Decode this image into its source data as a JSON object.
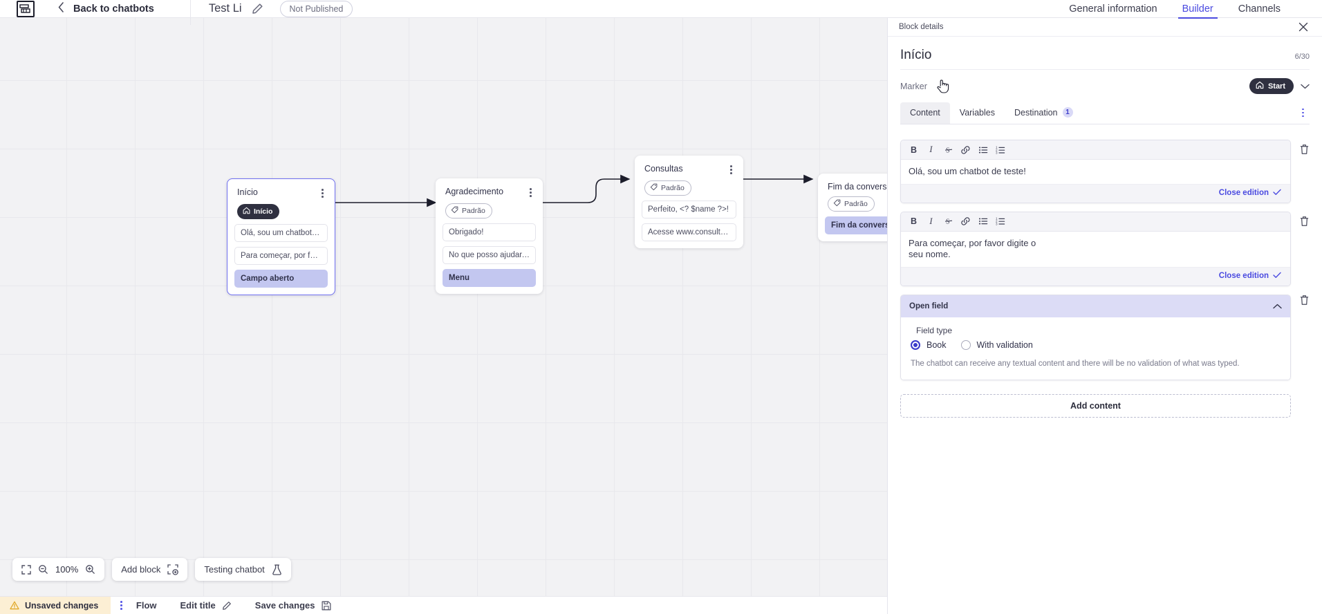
{
  "topbar": {
    "logo_icon": "app-logo-icon",
    "back_chevron_icon": "chevron-left-icon",
    "back_label": "Back to chatbots",
    "bot_title": "Test Li",
    "edit_title_icon": "pencil-icon",
    "publish_status": "Not Published",
    "tabs": [
      {
        "label": "General information",
        "active": false
      },
      {
        "label": "Builder",
        "active": true
      },
      {
        "label": "Channels",
        "active": false
      }
    ]
  },
  "canvas": {
    "nodes": [
      {
        "title": "Início",
        "marker": {
          "label": "Início",
          "icon": "home-icon",
          "style": "dark"
        },
        "items": [
          {
            "text": "Olá, sou um chatbot de teste!",
            "highlight": false
          },
          {
            "text": "Para começar, por favor digite o ...",
            "highlight": false
          },
          {
            "text": "Campo aberto",
            "highlight": true
          }
        ]
      },
      {
        "title": "Agradecimento",
        "marker": {
          "label": "Padrão",
          "icon": "tag-icon",
          "style": "outline"
        },
        "items": [
          {
            "text": "Obrigado!",
            "highlight": false
          },
          {
            "text": "No que posso ajudar, <? $name ...",
            "highlight": false
          },
          {
            "text": "Menu",
            "highlight": true
          }
        ]
      },
      {
        "title": "Consultas",
        "marker": {
          "label": "Padrão",
          "icon": "tag-icon",
          "style": "outline"
        },
        "items": [
          {
            "text": "Perfeito, <? $name ?>!",
            "highlight": false
          },
          {
            "text": "Acesse www.consultas.com par...",
            "highlight": false
          }
        ]
      },
      {
        "title": "Fim da conversa",
        "marker": {
          "label": "Padrão",
          "icon": "tag-icon",
          "style": "outline"
        },
        "items": [
          {
            "text": "Fim da conversa",
            "highlight": true
          }
        ]
      }
    ],
    "toolbar": {
      "fit_icon": "fit-screen-icon",
      "zoom_out_icon": "zoom-out-icon",
      "zoom_level": "100%",
      "zoom_in_icon": "zoom-in-icon",
      "add_block_label": "Add block",
      "add_block_icon": "add-block-icon",
      "testing_label": "Testing chatbot",
      "testing_icon": "flask-icon"
    }
  },
  "statusbar": {
    "unsaved_label": "Unsaved changes",
    "warning_icon": "warning-triangle-icon",
    "kebab_icon": "kebab-menu-icon",
    "flow_label": "Flow",
    "edit_title_label": "Edit title",
    "edit_title_icon": "pencil-icon",
    "save_label": "Save changes",
    "save_icon": "save-disk-icon"
  },
  "panel": {
    "header_title": "Block details",
    "close_icon": "close-icon",
    "block_title": "Início",
    "counter": "6/30",
    "marker_label": "Marker",
    "marker_value": "Start",
    "marker_icon": "home-icon",
    "marker_chevron_icon": "chevron-down-icon",
    "tabs": [
      {
        "label": "Content",
        "badge": "",
        "active": true
      },
      {
        "label": "Variables",
        "badge": "",
        "active": false
      },
      {
        "label": "Destination",
        "badge": "1",
        "active": false
      }
    ],
    "tabs_kebab_icon": "kebab-menu-icon",
    "editor_toolbar": [
      {
        "icon": "bold-icon",
        "glyph": "B"
      },
      {
        "icon": "italic-icon",
        "glyph": "I"
      },
      {
        "icon": "strikethrough-icon",
        "glyph": "S"
      },
      {
        "icon": "link-icon",
        "glyph": "link"
      },
      {
        "icon": "bullet-list-icon",
        "glyph": "ul"
      },
      {
        "icon": "numbered-list-icon",
        "glyph": "ol"
      }
    ],
    "editors": [
      {
        "text": "Olá, sou um chatbot de teste!",
        "close_label": "Close edition",
        "check_icon": "check-icon",
        "delete_icon": "trash-icon"
      },
      {
        "text": "Para começar, por favor digite o seu nome.",
        "close_label": "Close edition",
        "check_icon": "check-icon",
        "delete_icon": "trash-icon"
      }
    ],
    "open_field": {
      "title": "Open field",
      "collapse_icon": "chevron-up-icon",
      "delete_icon": "trash-icon",
      "field_type_label": "Field type",
      "options": [
        {
          "label": "Book",
          "selected": true
        },
        {
          "label": "With validation",
          "selected": false
        }
      ],
      "description": "The chatbot can receive any textual content and there will be no validation of what was typed."
    },
    "add_content_label": "Add content"
  },
  "colors": {
    "accent": "#4a4ae0",
    "highlight": "#c3c7f0",
    "dark_chip": "#2f3040",
    "warning_bg": "#fcefd4"
  }
}
